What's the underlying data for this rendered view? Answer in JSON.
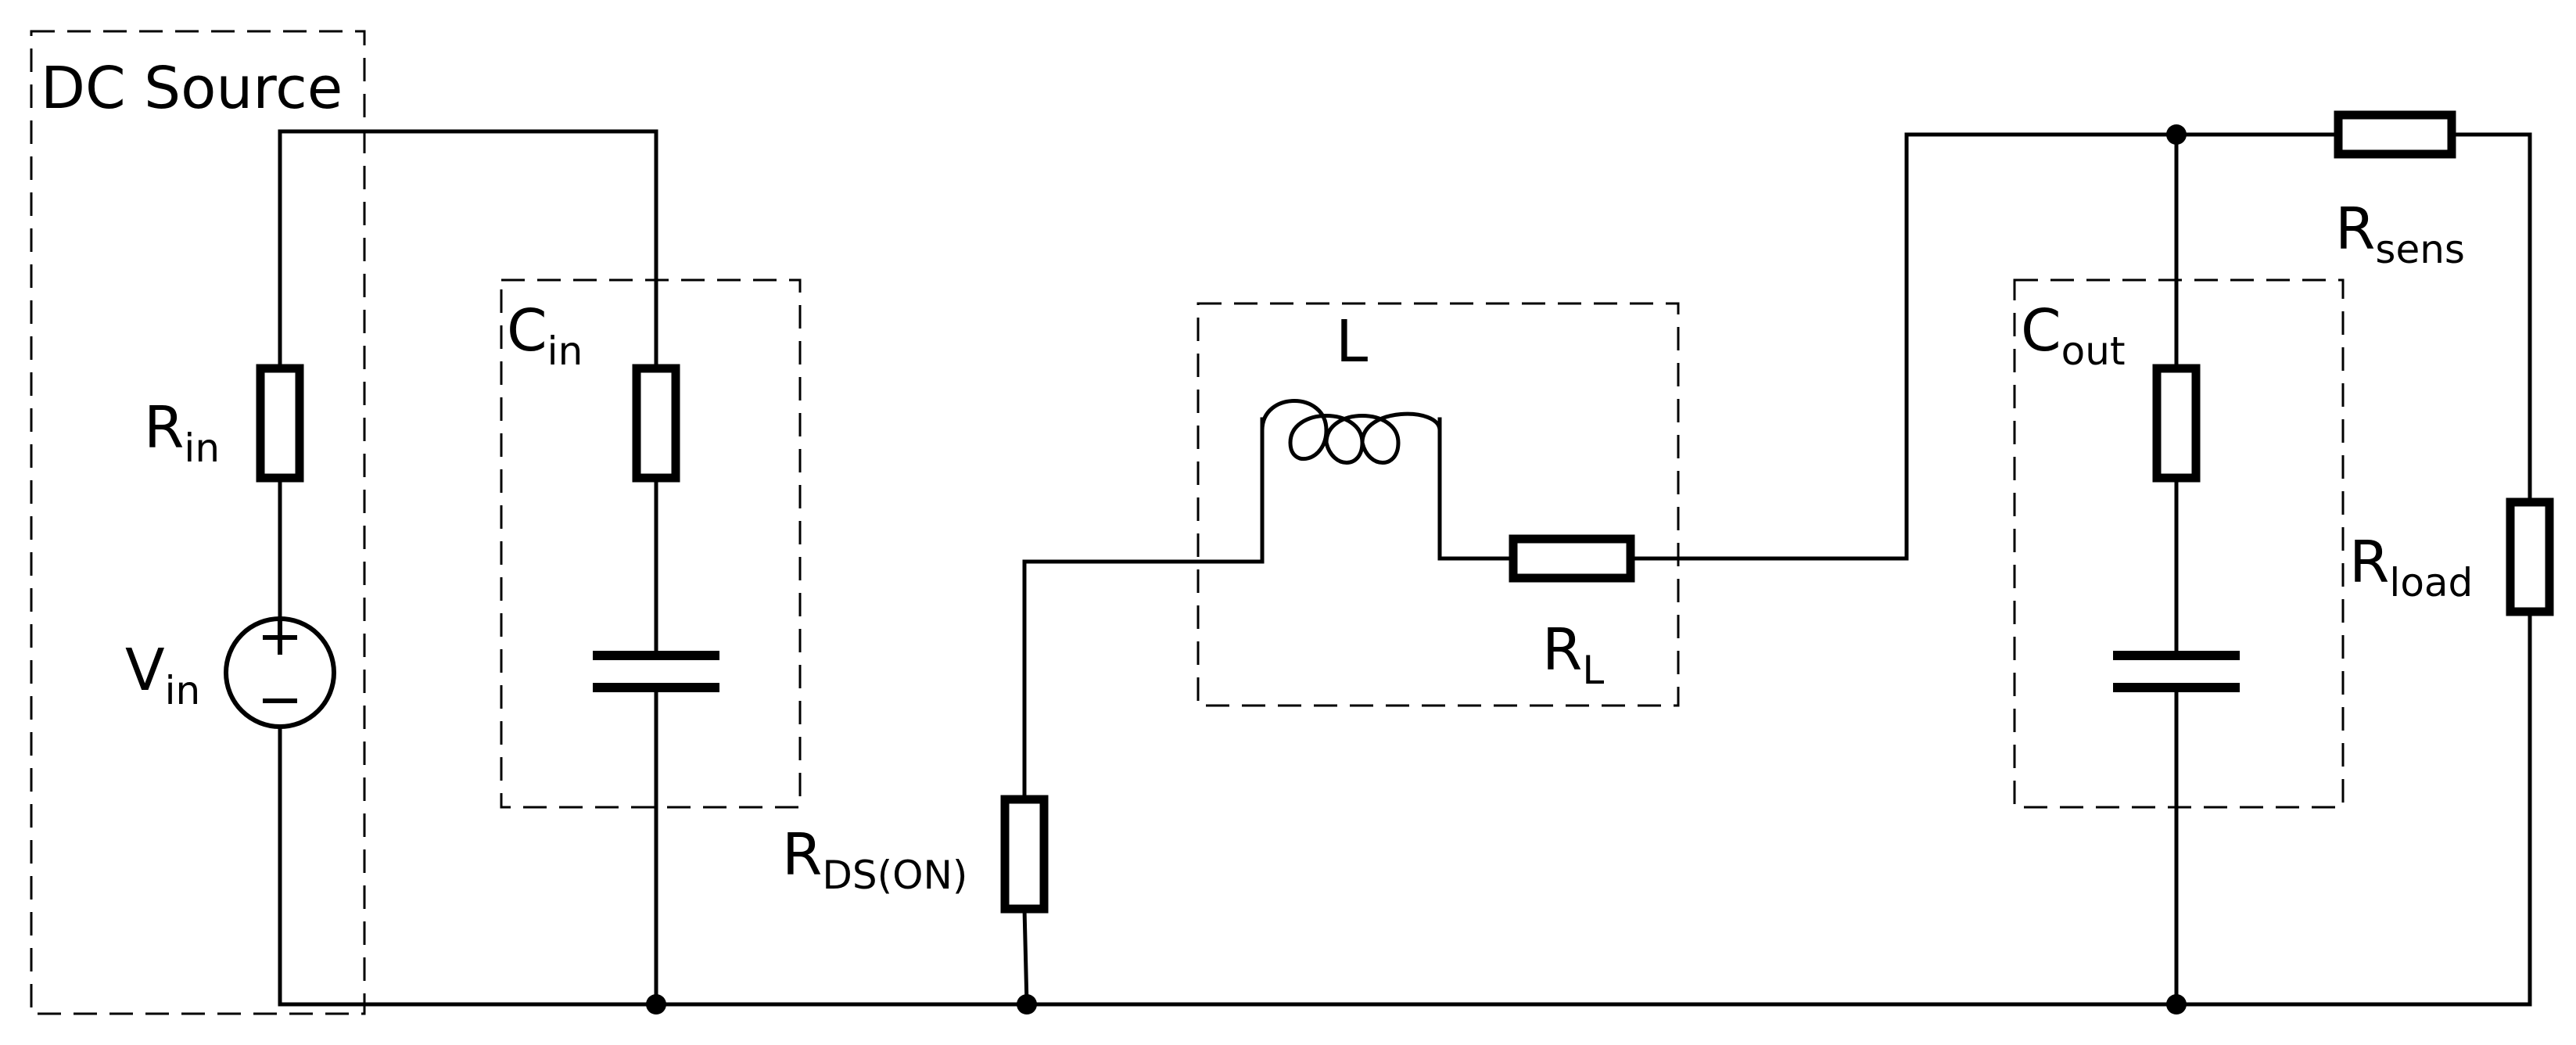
{
  "diagram": {
    "source_block": {
      "title": "DC Source"
    },
    "components": {
      "r_in": {
        "base": "R",
        "sub": "in"
      },
      "v_in": {
        "base": "V",
        "sub": "in",
        "plus": "+",
        "minus": "–"
      },
      "c_in": {
        "base": "C",
        "sub": "in"
      },
      "r_ds_on": {
        "base": "R",
        "sub": "DS(ON)"
      },
      "l": {
        "base": "L"
      },
      "r_l": {
        "base": "R",
        "sub": "L"
      },
      "c_out": {
        "base": "C",
        "sub": "out"
      },
      "r_sens": {
        "base": "R",
        "sub": "sens"
      },
      "r_load": {
        "base": "R",
        "sub": "load"
      }
    }
  }
}
